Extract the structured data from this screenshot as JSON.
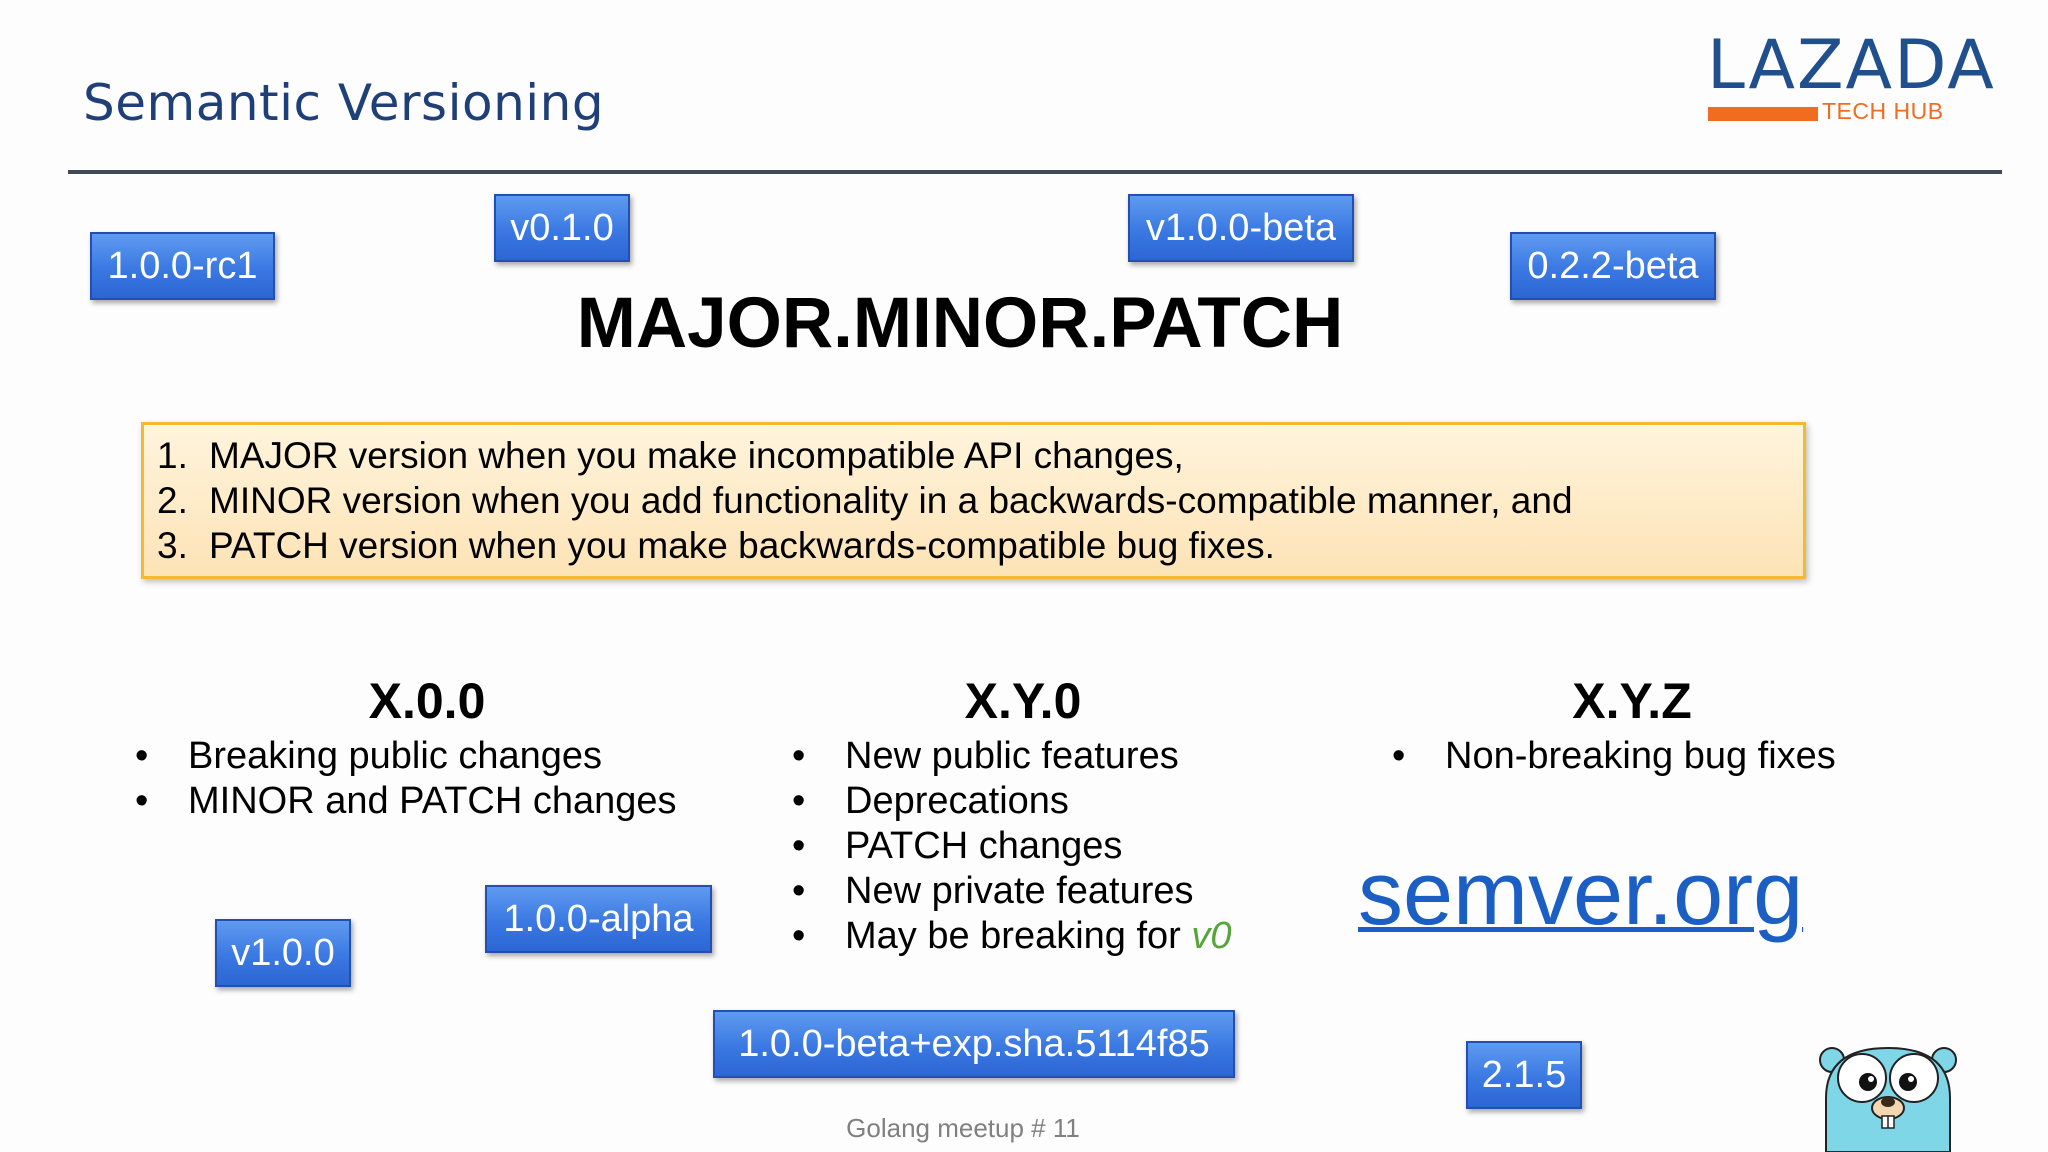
{
  "slide": {
    "title": "Semantic Versioning",
    "logo": {
      "word": "LAZADA",
      "sub": "TECH HUB"
    },
    "headline": "MAJOR.MINOR.PATCH",
    "definitions": [
      {
        "num": "1.",
        "text": "MAJOR version when you make incompatible API changes,"
      },
      {
        "num": "2.",
        "text": "MINOR version when you add functionality in a backwards-compatible manner, and"
      },
      {
        "num": "3.",
        "text": "PATCH version when you make backwards-compatible bug fixes."
      }
    ],
    "columns": [
      {
        "heading": "X.0.0",
        "bullets": [
          "Breaking public changes",
          "MINOR and PATCH changes"
        ]
      },
      {
        "heading": "X.Y.0",
        "bullets": [
          "New public features",
          "Deprecations",
          "PATCH changes",
          "New private features",
          "May be breaking for "
        ],
        "last_bullet_emphasis": "v0"
      },
      {
        "heading": "X.Y.Z",
        "bullets": [
          "Non-breaking bug fixes"
        ]
      }
    ],
    "bullet_char": "•",
    "link_text": "semver.org",
    "footer": "Golang meetup # 11"
  },
  "tags": [
    "1.0.0-rc1",
    "v0.1.0",
    "v1.0.0-beta",
    "0.2.2-beta",
    "v1.0.0",
    "1.0.0-alpha",
    "1.0.0-beta+exp.sha.5114f85",
    "2.1.5"
  ],
  "colors": {
    "title": "#1f3f78",
    "tag_fill": "#3a78e2",
    "def_box_fill": "#fde3b6",
    "def_box_border": "#f0bb2f",
    "link": "#1b5ec4",
    "logo_blue": "#1f4f8c",
    "logo_orange": "#f26c1f",
    "v0_green": "#55a53a"
  },
  "icons": [
    "gopher-mascot-icon"
  ]
}
